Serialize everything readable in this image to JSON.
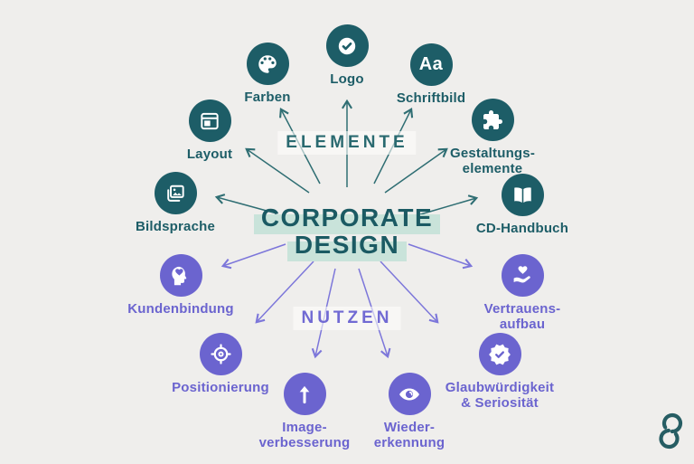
{
  "diagram": {
    "title_line1": "CORPORATE",
    "title_line2": "DESIGN",
    "elements_label": "ELEMENTE",
    "benefits_label": "NUTZEN"
  },
  "elements": [
    {
      "label": "Farben",
      "icon": "palette-icon"
    },
    {
      "label": "Logo",
      "icon": "check-circle-icon"
    },
    {
      "label": "Schriftbild",
      "icon": "typography-icon",
      "icon_text": "Aa"
    },
    {
      "label": "Layout",
      "icon": "layout-icon"
    },
    {
      "label": "Gestaltungs-\nelemente",
      "icon": "puzzle-icon"
    },
    {
      "label": "Bildsprache",
      "icon": "image-icon"
    },
    {
      "label": "CD-Handbuch",
      "icon": "open-book-icon"
    }
  ],
  "benefits": [
    {
      "label": "Kundenbindung",
      "icon": "head-heart-icon"
    },
    {
      "label": "Vertrauens-\naufbau",
      "icon": "hand-heart-icon"
    },
    {
      "label": "Positionierung",
      "icon": "target-icon"
    },
    {
      "label": "Glaubwürdigkeit\n& Seriosität",
      "icon": "badge-check-icon"
    },
    {
      "label": "Image-\nverbesserung",
      "icon": "arrow-up-icon"
    },
    {
      "label": "Wieder-\nerkennung",
      "icon": "eye-icon"
    }
  ],
  "colors": {
    "background": "#efeeec",
    "teal": "#1d5d67",
    "teal_arrow": "#2f6e73",
    "mint_highlight": "#c9e3da",
    "purple": "#6b64cf",
    "purple_arrow": "#7c76da"
  },
  "logo": {
    "name": "brand-logo"
  }
}
